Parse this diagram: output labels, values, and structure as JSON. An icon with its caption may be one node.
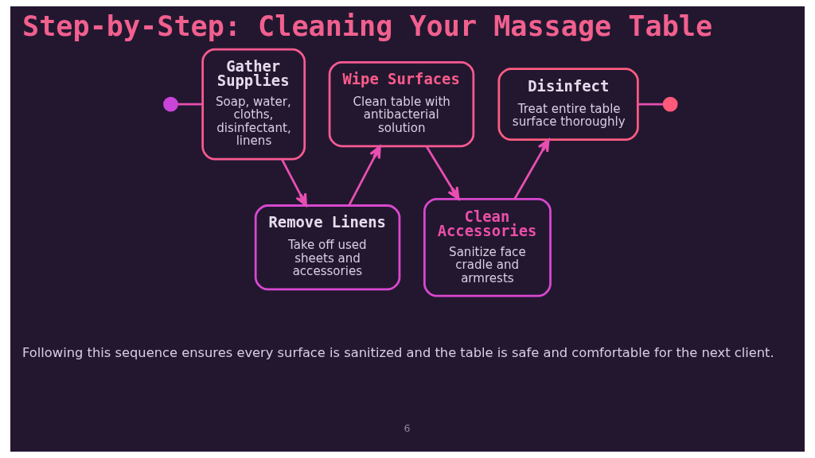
{
  "diagram": {
    "title": "Step-by-Step: Cleaning Your Massage Table",
    "caption": "Following this sequence ensures every surface is sanitized and the table is safe and comfortable for the next client.",
    "nodes": [
      {
        "text": [],
        "shape": "circle"
      },
      {
        "text": [
          "Gather Supplies",
          "Soap, water, cloths, disinfectant, linens"
        ]
      },
      {
        "text": [
          "Remove Linens",
          "Take off used sheets and accessories"
        ]
      },
      {
        "text": [
          "Wipe Surfaces",
          "Clean table with antibacterial solution"
        ]
      },
      {
        "text": [
          "Clean Accessories",
          "Sanitize face cradle and armrests"
        ]
      },
      {
        "text": [
          "Disinfect",
          "Treat entire table surface thoroughly"
        ]
      },
      {
        "text": [],
        "shape": "circle"
      }
    ],
    "edges": [
      {
        "from": 0,
        "to": 1,
        "arrow": "none"
      },
      {
        "from": 1,
        "to": 2,
        "arrow": "to"
      },
      {
        "from": 2,
        "to": 3,
        "arrow": "to"
      },
      {
        "from": 3,
        "to": 4,
        "arrow": "to"
      },
      {
        "from": 4,
        "to": 5,
        "arrow": "to"
      },
      {
        "from": 5,
        "to": 6,
        "arrow": "none"
      }
    ],
    "labels": [
      "6"
    ]
  }
}
